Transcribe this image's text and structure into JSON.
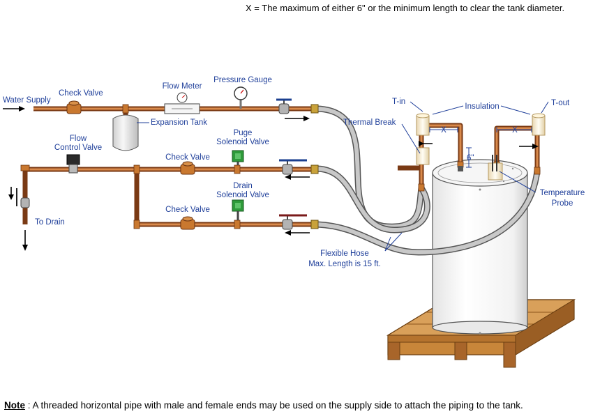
{
  "header_text": "X = The maximum of either 6\" or the minimum length to clear the tank diameter.",
  "labels": {
    "water_supply": "Water Supply",
    "check_valve_top": "Check Valve",
    "flow_meter": "Flow Meter",
    "pressure_gauge": "Pressure Gauge",
    "expansion_tank": "Expansion Tank",
    "flow_control_valve_1": "Flow",
    "flow_control_valve_2": "Control Valve",
    "check_valve_mid": "Check Valve",
    "puge_valve_1": "Puge",
    "puge_valve_2": "Solenoid Valve",
    "drain_valve_1": "Drain",
    "drain_valve_2": "Solenoid Valve",
    "check_valve_bottom": "Check Valve",
    "to_drain": "To Drain",
    "flexible_hose_1": "Flexible Hose",
    "flexible_hose_2": "Max. Length is 15 ft.",
    "t_in": "T-in",
    "insulation": "Insulation",
    "t_out": "T-out",
    "thermal_break": "Thermal Break",
    "x_left": "X",
    "x_right": "X",
    "six_inch": "6\"",
    "temperature_probe_1": "Temperature",
    "temperature_probe_2": "Probe"
  },
  "note": {
    "prefix": "Note",
    "text": " : A threaded horizontal pipe with male and female ends may be used on the supply side to attach the piping to the tank."
  },
  "colors": {
    "copper": "#b8652a",
    "label_blue": "#1f3f9a",
    "hose_gray": "#9a9a9a",
    "valve_green": "#2e9a3a",
    "handle_blue": "#1b3f8f",
    "pallet_wood": "#c8863a"
  }
}
